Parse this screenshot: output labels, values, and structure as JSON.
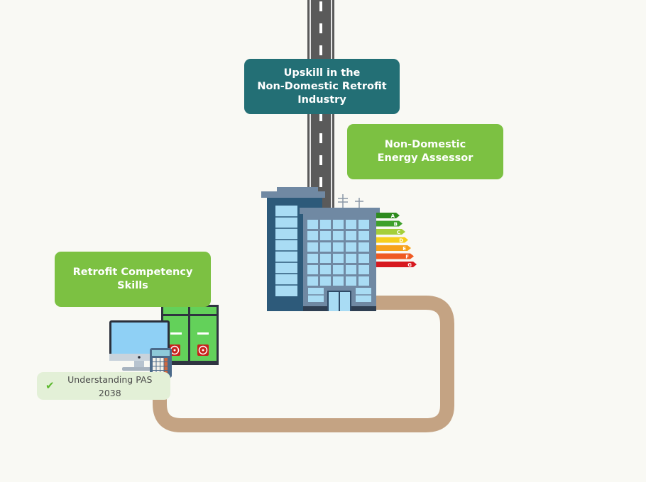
{
  "diagram": {
    "title": "Non-Domestic Retrofit Skills Pathway",
    "background": "#f9f9f4",
    "boxes": {
      "upskill": {
        "lines": [
          "Upskill in the",
          "Non-Domestic Retrofit",
          "Industry"
        ],
        "color": "#236f75"
      },
      "assessor": {
        "lines": [
          "Non-Domestic",
          "Energy Assessor"
        ],
        "color": "#7cc142"
      },
      "retrofit": {
        "lines": [
          "Retrofit Competency",
          "Skills"
        ],
        "color": "#7cc142"
      },
      "pas": {
        "check_icon": "✔",
        "label": "Understanding PAS 2038",
        "color": "#e3f0d7"
      }
    },
    "energy_rating": {
      "bands": [
        {
          "letter": "A",
          "color": "#2e8b1e"
        },
        {
          "letter": "B",
          "color": "#3da02a"
        },
        {
          "letter": "C",
          "color": "#a4cf3a"
        },
        {
          "letter": "D",
          "color": "#f6cf1c"
        },
        {
          "letter": "E",
          "color": "#f7a21b"
        },
        {
          "letter": "F",
          "color": "#ef5a22"
        },
        {
          "letter": "G",
          "color": "#d7191f"
        }
      ]
    },
    "colors": {
      "road": "#5a5a5a",
      "road_edge": "#e6e6e6",
      "path": "#c4a383",
      "building_dark": "#2d5a7a",
      "building_mid": "#7089a3",
      "glass": "#a9dcf4",
      "unit_green": "#63d15a"
    }
  }
}
